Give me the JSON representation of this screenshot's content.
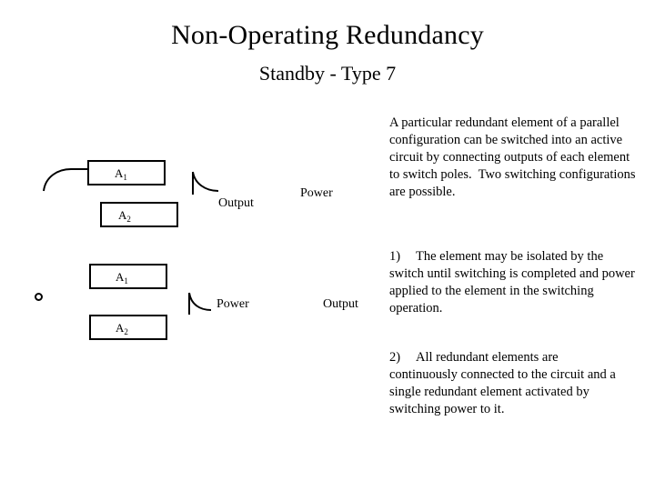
{
  "slide": {
    "title": "Non-Operating Redundancy",
    "subtitle": "Standby - Type 7"
  },
  "text_blocks": [
    {
      "id": "para1",
      "text": "A particular redundant element of a parallel configuration can be switched into an active circuit by connecting outputs of each element to switch poles.  Two switching configurations are possible."
    },
    {
      "id": "para2",
      "text": "1)\tThe element may be isolated by the switch until switching is completed and power applied to the element in the switching operation."
    },
    {
      "id": "para3",
      "text": "2)\tAll redundant elements are continuously connected to the circuit and a single redundant element activated by switching power to it."
    }
  ],
  "diagrams": [
    {
      "name": "upper-switch-diagram",
      "blocks": [
        {
          "label": "A",
          "sub": "1"
        },
        {
          "label": "A",
          "sub": "2"
        }
      ],
      "labels": [
        {
          "name": "output-label",
          "text": "Output"
        },
        {
          "name": "power-label",
          "text": "Power"
        }
      ]
    },
    {
      "name": "lower-switch-diagram",
      "blocks": [
        {
          "label": "A",
          "sub": "1"
        },
        {
          "label": "A",
          "sub": "2"
        }
      ],
      "labels": [
        {
          "name": "power-label",
          "text": "Power"
        },
        {
          "name": "output-label",
          "text": "Output"
        }
      ]
    }
  ],
  "colors": {
    "ink": "#000000",
    "background": "#ffffff"
  }
}
